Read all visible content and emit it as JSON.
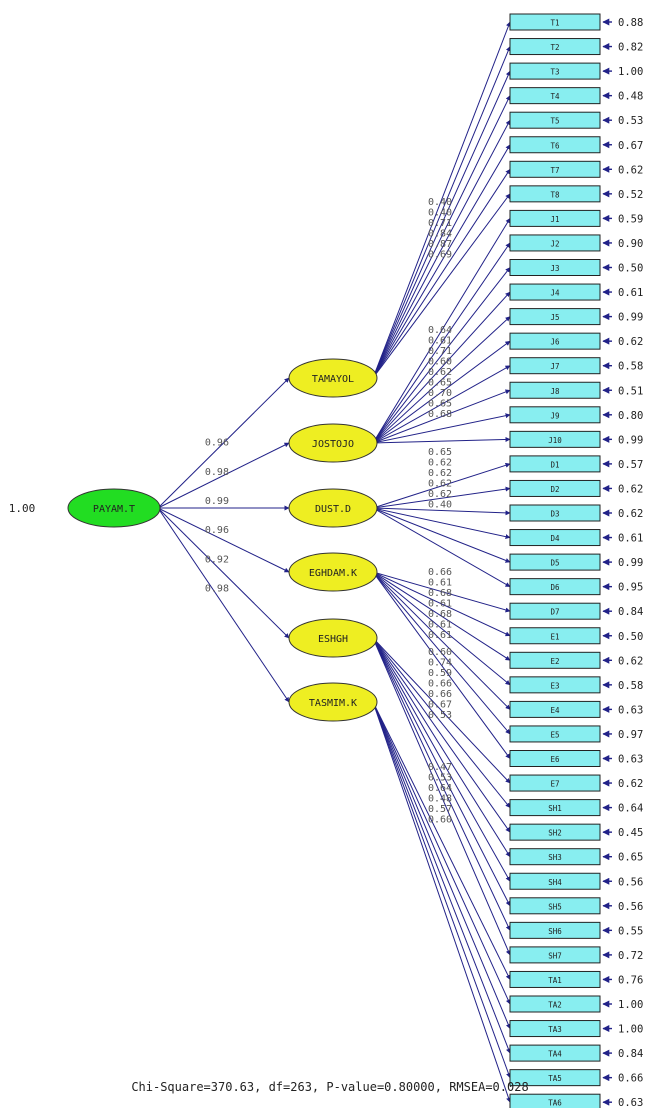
{
  "root": {
    "label": "PAYAM.T",
    "variance": "1.00",
    "color": "#22dd22"
  },
  "factors": [
    {
      "label": "TAMAYOL",
      "loading": "0.96"
    },
    {
      "label": "JOSTOJO",
      "loading": "0.98"
    },
    {
      "label": "DUST.D",
      "loading": "0.99"
    },
    {
      "label": "EGHDAM.K",
      "loading": "0.96"
    },
    {
      "label": "ESHGH",
      "loading": "0.92"
    },
    {
      "label": "TASMIM.K",
      "loading": "0.98"
    }
  ],
  "factor_color": "#eeee22",
  "indicator_color": "#88eef0",
  "path_color": "#222288",
  "indicators": [
    {
      "label": "T1",
      "error": "0.88",
      "factor": 0
    },
    {
      "label": "T2",
      "error": "0.82",
      "factor": 0
    },
    {
      "label": "T3",
      "error": "1.00",
      "factor": 0
    },
    {
      "label": "T4",
      "error": "0.48",
      "factor": 0
    },
    {
      "label": "T5",
      "error": "0.53",
      "factor": 0
    },
    {
      "label": "T6",
      "error": "0.67",
      "factor": 0
    },
    {
      "label": "T7",
      "error": "0.62",
      "factor": 0
    },
    {
      "label": "T8",
      "error": "0.52",
      "factor": 0
    },
    {
      "label": "J1",
      "error": "0.59",
      "factor": 1
    },
    {
      "label": "J2",
      "error": "0.90",
      "factor": 1
    },
    {
      "label": "J3",
      "error": "0.50",
      "factor": 1
    },
    {
      "label": "J4",
      "error": "0.61",
      "factor": 1
    },
    {
      "label": "J5",
      "error": "0.99",
      "factor": 1
    },
    {
      "label": "J6",
      "error": "0.62",
      "factor": 1
    },
    {
      "label": "J7",
      "error": "0.58",
      "factor": 1
    },
    {
      "label": "J8",
      "error": "0.51",
      "factor": 1
    },
    {
      "label": "J9",
      "error": "0.80",
      "factor": 1
    },
    {
      "label": "J10",
      "error": "0.99",
      "factor": 1
    },
    {
      "label": "D1",
      "error": "0.57",
      "factor": 2
    },
    {
      "label": "D2",
      "error": "0.62",
      "factor": 2
    },
    {
      "label": "D3",
      "error": "0.62",
      "factor": 2
    },
    {
      "label": "D4",
      "error": "0.61",
      "factor": 2
    },
    {
      "label": "D5",
      "error": "0.99",
      "factor": 2
    },
    {
      "label": "D6",
      "error": "0.95",
      "factor": 2
    },
    {
      "label": "D7",
      "error": "0.84",
      "factor": 3
    },
    {
      "label": "E1",
      "error": "0.50",
      "factor": 3
    },
    {
      "label": "E2",
      "error": "0.62",
      "factor": 3
    },
    {
      "label": "E3",
      "error": "0.58",
      "factor": 3
    },
    {
      "label": "E4",
      "error": "0.63",
      "factor": 3
    },
    {
      "label": "E5",
      "error": "0.97",
      "factor": 3
    },
    {
      "label": "E6",
      "error": "0.63",
      "factor": 3
    },
    {
      "label": "E7",
      "error": "0.62",
      "factor": 4
    },
    {
      "label": "SH1",
      "error": "0.64",
      "factor": 4
    },
    {
      "label": "SH2",
      "error": "0.45",
      "factor": 4
    },
    {
      "label": "SH3",
      "error": "0.65",
      "factor": 4
    },
    {
      "label": "SH4",
      "error": "0.56",
      "factor": 4
    },
    {
      "label": "SH5",
      "error": "0.56",
      "factor": 4
    },
    {
      "label": "SH6",
      "error": "0.55",
      "factor": 4
    },
    {
      "label": "SH7",
      "error": "0.72",
      "factor": 4
    },
    {
      "label": "TA1",
      "error": "0.76",
      "factor": 5
    },
    {
      "label": "TA2",
      "error": "1.00",
      "factor": 5
    },
    {
      "label": "TA3",
      "error": "1.00",
      "factor": 5
    },
    {
      "label": "TA4",
      "error": "0.84",
      "factor": 5
    },
    {
      "label": "TA5",
      "error": "0.66",
      "factor": 5
    },
    {
      "label": "TA6",
      "error": "0.63",
      "factor": 5
    }
  ],
  "loadings_visible": [
    [
      "0.40",
      "0.40",
      "0.71",
      "0.84",
      "0.87",
      "0.69"
    ],
    [
      "0.64",
      "0.61",
      "0.71",
      "0.60",
      "0.62",
      "0.65",
      "0.70",
      "0.65",
      "0.68"
    ],
    [
      "0.65",
      "0.62",
      "0.62",
      "0.62",
      "0.62",
      "0.40"
    ],
    [
      "0.66",
      "0.61",
      "0.68",
      "0.61",
      "0.68",
      "0.61",
      "0.61"
    ],
    [
      "0.60",
      "0.74",
      "0.59",
      "0.66",
      "0.66",
      "0.67",
      "0.53"
    ],
    [
      "0.47",
      "0.53",
      "0.64",
      "0.48",
      "0.57",
      "0.60"
    ]
  ],
  "fit_statistics": "Chi-Square=370.63, df=263, P-value=0.80000, RMSEA=0.028"
}
